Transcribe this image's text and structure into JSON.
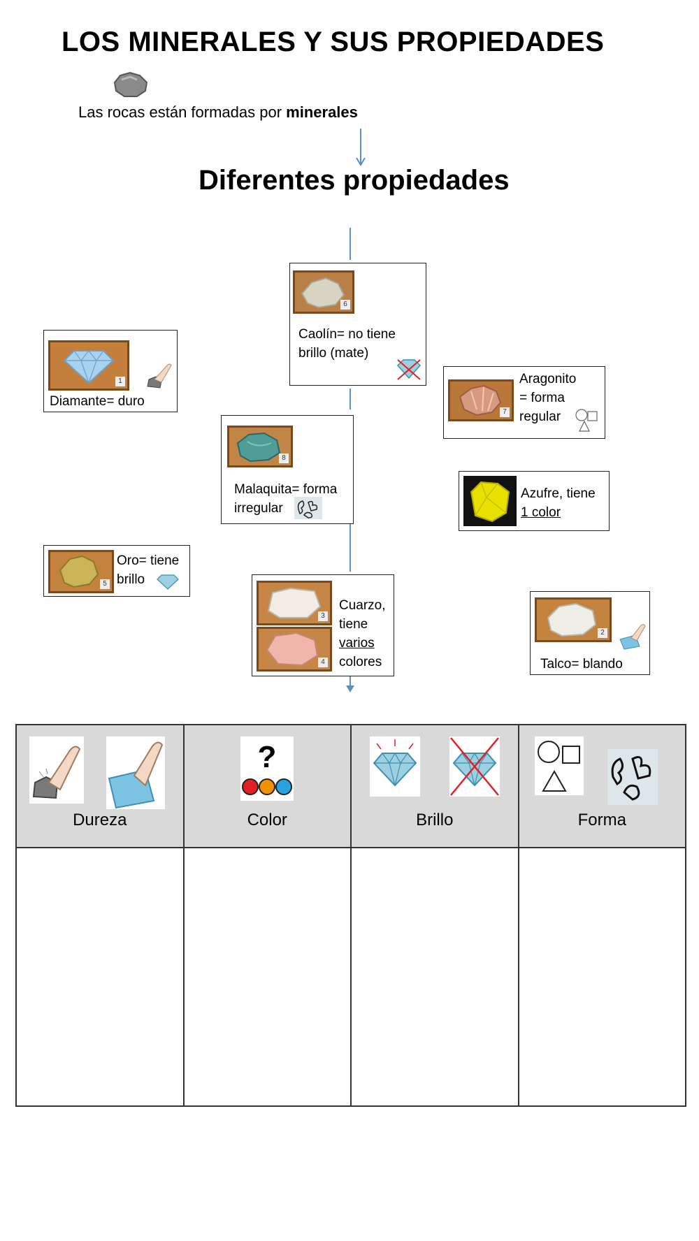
{
  "title": "LOS MINERALES Y SUS PROPIEDADES",
  "intro": {
    "text": "Las rocas están formadas por ",
    "bold": "minerales"
  },
  "subtitle": "Diferentes propiedades",
  "minerals": {
    "caolin": {
      "line1": "Caolín= no tiene",
      "line2": "brillo (mate)",
      "num": "6"
    },
    "diamante": {
      "text": "Diamante= duro",
      "num": "1"
    },
    "aragonito": {
      "line1": "Aragonito",
      "line2": "= forma",
      "line3": "regular",
      "num": "7"
    },
    "malaquita": {
      "line1": "Malaquita= forma",
      "line2": "irregular",
      "num": "8"
    },
    "azufre": {
      "line1": "Azufre, tiene",
      "line2": "1 color"
    },
    "oro": {
      "line1": "Oro= tiene",
      "line2": "brillo",
      "num": "5"
    },
    "cuarzo": {
      "line1": "Cuarzo,",
      "line2": "tiene",
      "line3": "varios",
      "line4": "colores",
      "num_a": "3",
      "num_b": "4"
    },
    "talco": {
      "text": "Talco= blando",
      "num": "2"
    }
  },
  "table": {
    "headers": [
      "Dureza",
      "Color",
      "Brillo",
      "Forma"
    ],
    "color_icon_symbol": "?"
  },
  "colors": {
    "arrow": "#5b8fc7",
    "header_bg": "#d9d9d9",
    "photo_frame": "#7a4a1c",
    "red": "#e31e24",
    "orange": "#f39200",
    "blue": "#29a3dd",
    "sulfur": "#e8e000"
  },
  "icons": [
    "rock-icon",
    "hard-scratch-icon",
    "soft-scratch-icon",
    "color-question-icon",
    "shiny-diamond-icon",
    "no-shine-diamond-icon",
    "regular-shapes-icon",
    "irregular-shapes-icon"
  ]
}
